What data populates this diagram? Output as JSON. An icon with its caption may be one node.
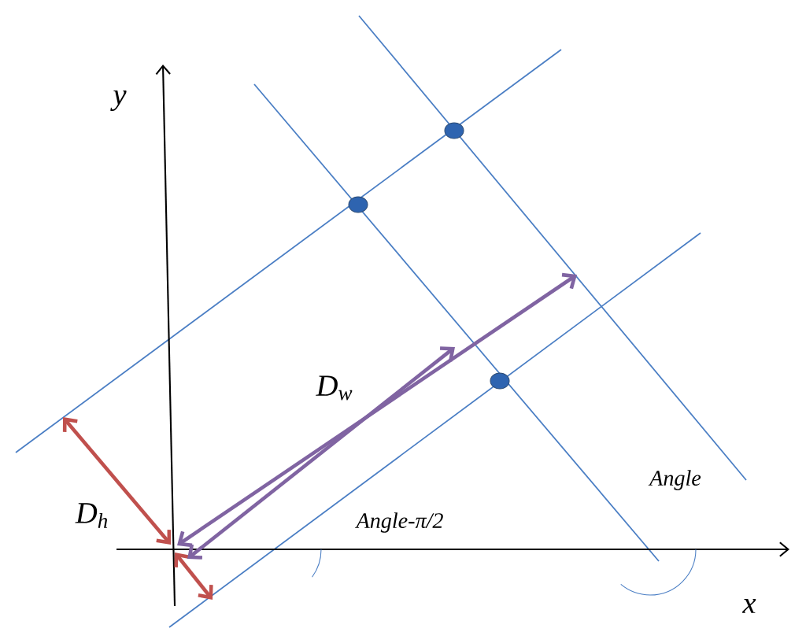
{
  "diagram": {
    "labels": [
      "y",
      "D$_{w}$",
      "D$_{h}$",
      "Angle",
      "Angle-π/2",
      "x"
    ]
  }
}
